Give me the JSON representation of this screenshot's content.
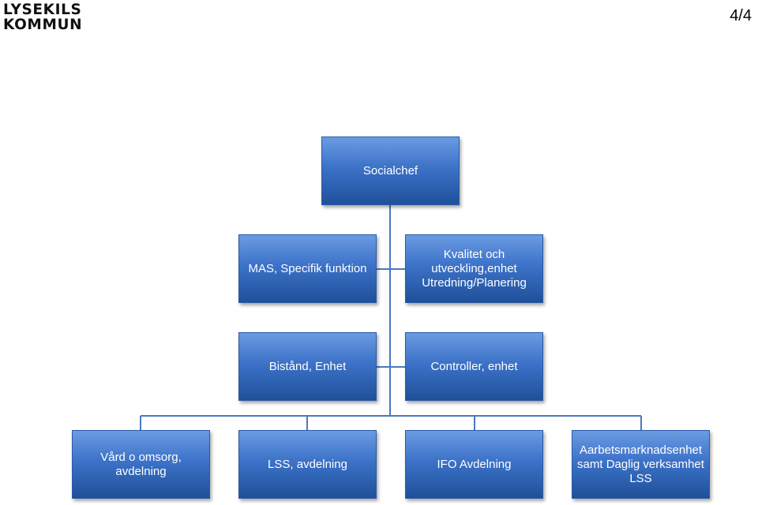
{
  "logo": {
    "line1": "LYSEKILS",
    "line2": "KOMMUN"
  },
  "page_number": "4/4",
  "org_chart": {
    "root": "Socialchef",
    "staff_left": "MAS, Specifik funktion",
    "staff_right": [
      "Kvalitet och",
      "utveckling,enhet",
      "Utredning/Planering"
    ],
    "unit_left": "Bistånd, Enhet",
    "unit_right": "Controller, enhet",
    "departments": {
      "vard": [
        "Vård o omsorg,",
        "avdelning"
      ],
      "lss": "LSS, avdelning",
      "ifo": "IFO Avdelning",
      "arbete": [
        "Aarbetsmarknadsenhet",
        "samt Daglig verksamhet",
        "LSS"
      ]
    }
  },
  "colors": {
    "box_top": "#6b9be2",
    "box_bottom": "#1f5099",
    "connector": "#4a78c0"
  }
}
